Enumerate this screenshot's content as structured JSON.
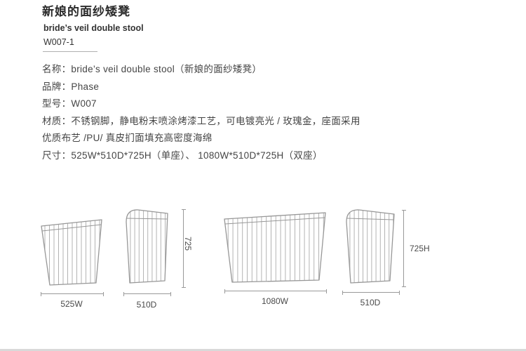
{
  "page": {
    "title_cn": "新娘的面纱矮凳",
    "title_en": "bride’s veil double stool",
    "model_code": "W007-1"
  },
  "specs": {
    "line1": "名称：bride’s veil double stool（新娘的面纱矮凳）",
    "line2": "品牌：Phase",
    "line3": "型号：W007",
    "line4": "材质：不锈钢脚，静电粉末喷涂烤漆工艺，可电镀亮光 / 玫瑰金，座面采用",
    "line5": "优质布艺 /PU/ 真皮扪面填充高密度海绵",
    "line6": "尺寸：525W*510D*725H（单座）、 1080W*510D*725H（双座）"
  },
  "drawings": {
    "single_front_width": "525W",
    "single_side_depth": "510D",
    "single_side_height": "725",
    "double_front_width": "1080W",
    "double_side_depth": "510D",
    "double_side_height": "725H"
  }
}
